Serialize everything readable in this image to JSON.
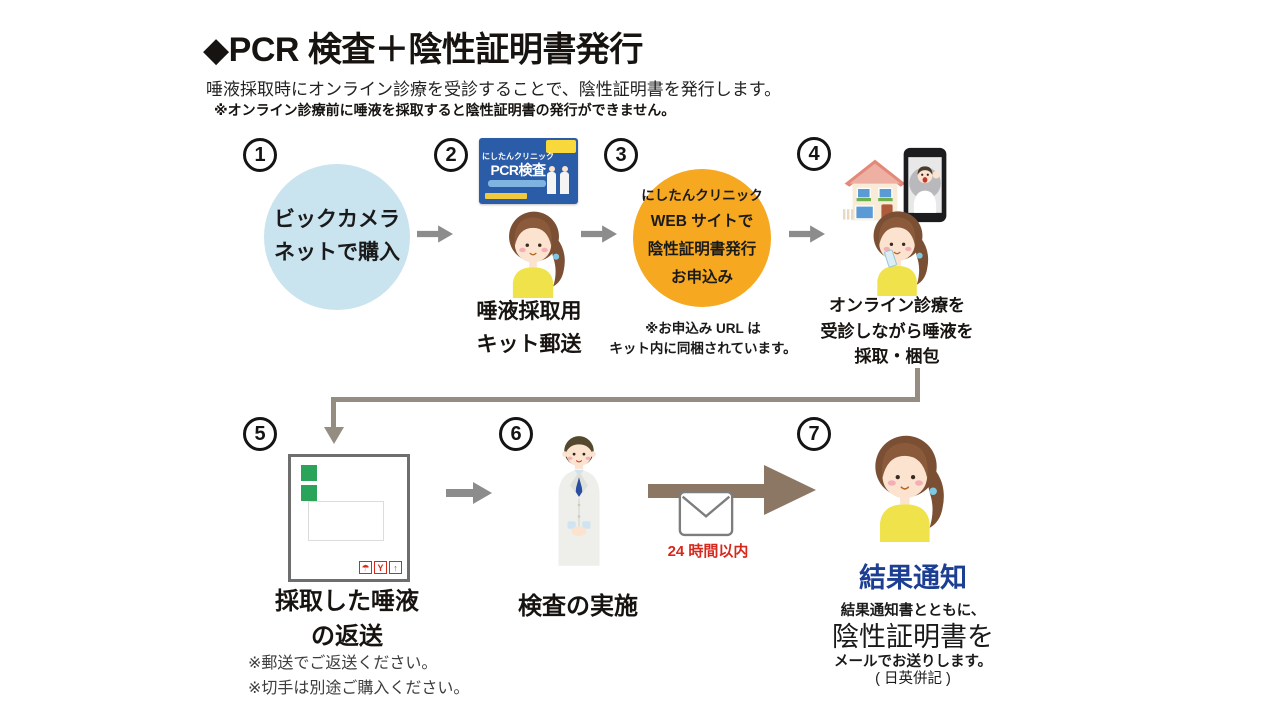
{
  "header": {
    "title": "◆PCR 検査＋陰性証明書発行",
    "subtitle": "唾液採取時にオンライン診療を受診することで、陰性証明書を発行します。",
    "note": "※オンライン診療前に唾液を採取すると陰性証明書の発行ができません。"
  },
  "steps": [
    {
      "number": "1",
      "circle_lines": [
        "ビックカメラ",
        "ネットで購入"
      ]
    },
    {
      "number": "2",
      "kit_brand": "にしたんクリニック",
      "kit_product": "PCR検査",
      "label_lines": [
        "唾液採取用",
        "キット郵送"
      ]
    },
    {
      "number": "3",
      "circle_lines": [
        "にしたんクリニック",
        "WEB サイトで",
        "陰性証明書発行",
        "お申込み"
      ],
      "note_lines": [
        "※お申込み URL は",
        "キット内に同梱されています。"
      ]
    },
    {
      "number": "4",
      "label_lines": [
        "オンライン診療を",
        "受診しながら唾液を",
        "採取・梱包"
      ]
    },
    {
      "number": "5",
      "label_lines": [
        "採取した唾液",
        "の返送"
      ],
      "note_lines": [
        "※郵送でご返送ください。",
        "※切手は別途ご購入ください。"
      ],
      "shipping_marks": [
        "☂",
        "Y",
        "↑"
      ]
    },
    {
      "number": "6",
      "label": "検査の実施"
    },
    {
      "number": "7",
      "result_title": "結果通知",
      "lines": [
        "結果通知書とともに、",
        "陰性証明書を",
        "メールでお送りします。",
        "( 日英併記 )"
      ]
    }
  ],
  "delivery_time_label": "24 時間以内",
  "colors": {
    "step1_circle": "#c9e3ef",
    "step3_circle": "#f5a820",
    "result_title_blue": "#1c3f94",
    "alert_red": "#d8271c",
    "arrow_gray": "#8c8c8c",
    "arrow_brown": "#8b7764",
    "connector_gray": "#958c82",
    "kit_blue": "#2b5ca8",
    "shirt_yellow": "#efe24a"
  }
}
